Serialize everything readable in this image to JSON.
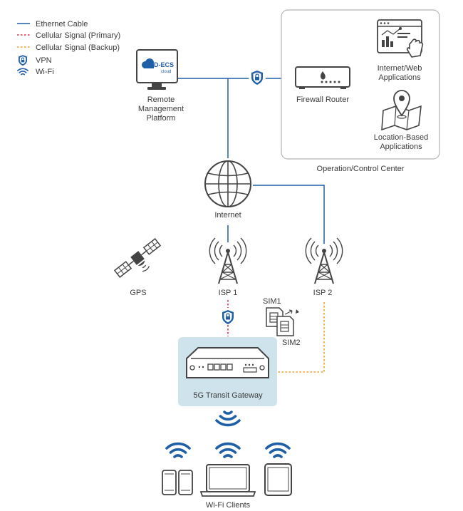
{
  "legend": {
    "ethernet": "Ethernet Cable",
    "cell_primary": "Cellular Signal (Primary)",
    "cell_backup": "Cellular Signal (Backup)",
    "vpn": "VPN",
    "wifi": "Wi-Fi"
  },
  "nodes": {
    "cloud_logo_line1": "D-ECS",
    "cloud_logo_line2": "cloud",
    "rmp_line1": "Remote",
    "rmp_line2": "Management",
    "rmp_line3": "Platform",
    "firewall": "Firewall Router",
    "web_line1": "Internet/Web",
    "web_line2": "Applications",
    "loc_line1": "Location-Based",
    "loc_line2": "Applications",
    "occ": "Operation/Control Center",
    "internet": "Internet",
    "gps": "GPS",
    "isp1": "ISP 1",
    "isp2": "ISP 2",
    "sim1": "SIM1",
    "sim2": "SIM2",
    "gateway": "5G Transit Gateway",
    "clients": "Wi-Fi Clients"
  },
  "colors": {
    "ethernet": "#1f5fa8",
    "cell_primary": "#d9304a",
    "cell_backup": "#f0a020",
    "vpn": "#1f5fa8",
    "gateway_bg": "#cfe3ec"
  },
  "icons": [
    "vpn-shield-icon",
    "wifi-icon",
    "monitor-icon",
    "router-icon",
    "globe-icon",
    "tower-icon",
    "satellite-icon",
    "sim-card-icon",
    "laptop-icon",
    "tablet-icon",
    "phone-icon",
    "map-pin-icon",
    "web-chart-icon"
  ]
}
